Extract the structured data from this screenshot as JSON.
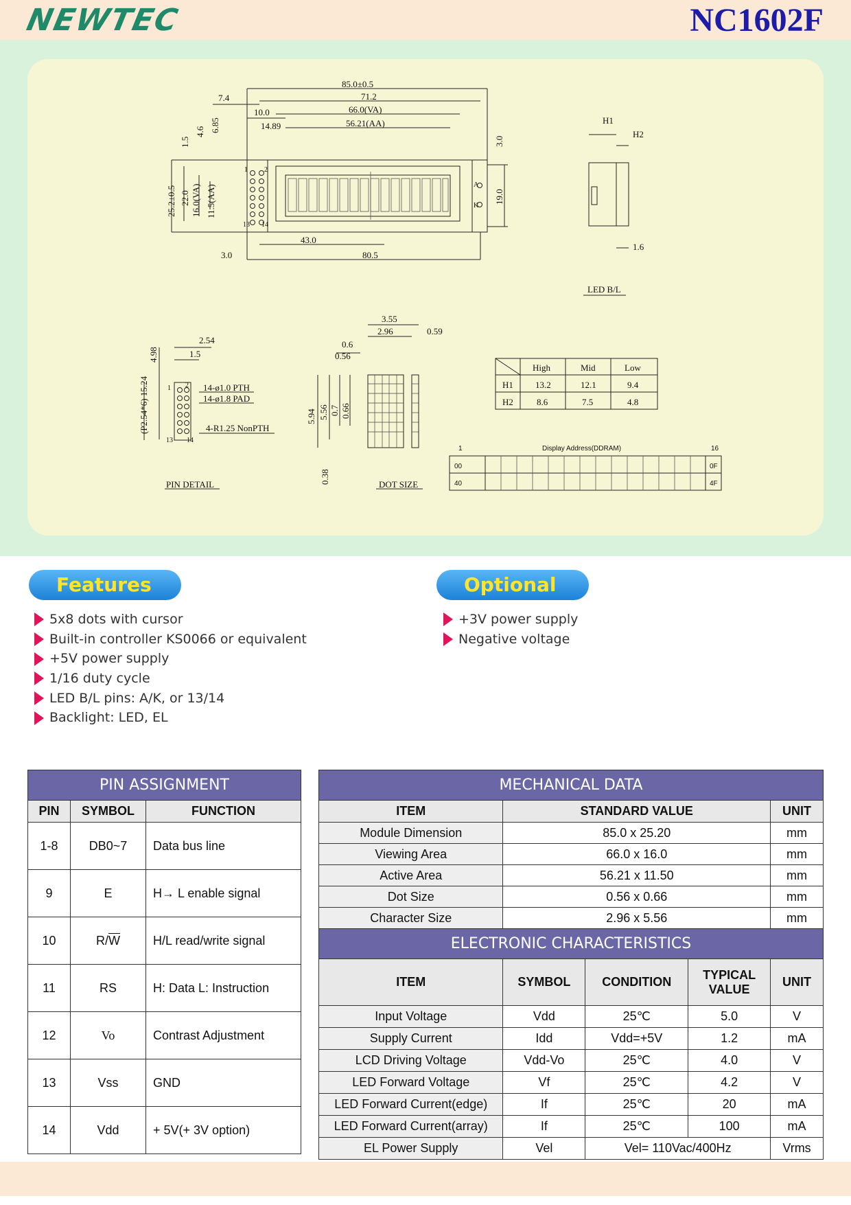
{
  "header": {
    "logo": "NEWTEC",
    "model": "NC1602F"
  },
  "drawing": {
    "top_dims": [
      "85.0±0.5",
      "71.2",
      "66.0(VA)",
      "56.21(AA)",
      "7.4",
      "10.0",
      "14.89"
    ],
    "left_dims": [
      "1.5",
      "4.6",
      "6.85",
      "25.2±0.5",
      "22.0",
      "16.0(VA)",
      "11.5(AA)"
    ],
    "right_dims": [
      "3.0",
      "19.0"
    ],
    "bottom_dims": [
      "43.0",
      "3.0",
      "80.5"
    ],
    "pin_labels": [
      "1",
      "2",
      "13",
      "14"
    ],
    "side_labels": [
      "A",
      "K"
    ],
    "side_view": {
      "h1": "H1",
      "h2": "H2",
      "dim": "1.6",
      "caption": "LED B/L"
    },
    "pin_detail": {
      "dims": [
        "2.54",
        "1.5",
        "4.98"
      ],
      "left_dim": "(P2.54*6) 15.24",
      "pins": [
        "1",
        "2",
        "13",
        "14"
      ],
      "notes": [
        "14-ø1.0 PTH",
        "14-ø1.8 PAD",
        "4-R1.25 NonPTH"
      ],
      "caption": "PIN DETAIL"
    },
    "dot_size": {
      "dims": [
        "3.55",
        "2.96",
        "0.59",
        "0.6",
        "0.56",
        "5.94",
        "5.56",
        "0.7",
        "0.66",
        "0.38"
      ],
      "caption": "DOT SIZE"
    },
    "led_table": {
      "headers": [
        "High",
        "Mid",
        "Low"
      ],
      "rows": [
        {
          "label": "H1",
          "values": [
            "13.2",
            "12.1",
            "9.4"
          ]
        },
        {
          "label": "H2",
          "values": [
            "8.6",
            "7.5",
            "4.8"
          ]
        }
      ]
    },
    "ddram": {
      "title": "Display Address(DDRAM)",
      "col_first": "1",
      "col_last": "16",
      "row1_first": "00",
      "row1_last": "0F",
      "row2_first": "40",
      "row2_last": "4F"
    }
  },
  "features": {
    "title": "Features",
    "items": [
      "5x8 dots with cursor",
      "Built-in controller KS0066 or equivalent",
      "+5V power supply",
      "1/16 duty cycle",
      "LED B/L pins: A/K, or 13/14",
      "Backlight: LED, EL"
    ]
  },
  "optional": {
    "title": "Optional",
    "items": [
      "+3V power supply",
      "Negative voltage"
    ]
  },
  "pin_assignment": {
    "title": "PIN ASSIGNMENT",
    "headers": [
      "PIN",
      "SYMBOL",
      "FUNCTION"
    ],
    "rows": [
      {
        "pin": "1-8",
        "symbol": "DB0~7",
        "function": "Data bus line"
      },
      {
        "pin": "9",
        "symbol": "E",
        "function": "H→ L enable signal"
      },
      {
        "pin": "10",
        "symbol_main": "R/",
        "symbol_bar": "W",
        "function": "H/L read/write signal"
      },
      {
        "pin": "11",
        "symbol": "RS",
        "function": "H: Data L: Instruction"
      },
      {
        "pin": "12",
        "symbol": "Vo",
        "function": "Contrast Adjustment"
      },
      {
        "pin": "13",
        "symbol": "Vss",
        "function": "GND"
      },
      {
        "pin": "14",
        "symbol": "Vdd",
        "function": "+ 5V(+ 3V option)"
      }
    ]
  },
  "mechanical": {
    "title": "MECHANICAL DATA",
    "headers": [
      "ITEM",
      "STANDARD VALUE",
      "UNIT"
    ],
    "rows": [
      {
        "item": "Module Dimension",
        "value": "85.0 x 25.20",
        "unit": "mm"
      },
      {
        "item": "Viewing Area",
        "value": "66.0 x 16.0",
        "unit": "mm"
      },
      {
        "item": "Active Area",
        "value": "56.21 x 11.50",
        "unit": "mm"
      },
      {
        "item": "Dot Size",
        "value": "0.56 x 0.66",
        "unit": "mm"
      },
      {
        "item": "Character Size",
        "value": "2.96 x 5.56",
        "unit": "mm"
      }
    ]
  },
  "electronic": {
    "title": "ELECTRONIC CHARACTERISTICS",
    "headers": [
      "ITEM",
      "SYMBOL",
      "CONDITION",
      "TYPICAL VALUE",
      "UNIT"
    ],
    "rows": [
      {
        "item": "Input Voltage",
        "symbol": "Vdd",
        "condition": "25℃",
        "value": "5.0",
        "unit": "V"
      },
      {
        "item": "Supply Current",
        "symbol": "Idd",
        "condition": "Vdd=+5V",
        "value": "1.2",
        "unit": "mA"
      },
      {
        "item": "LCD Driving Voltage",
        "symbol": "Vdd-Vo",
        "condition": "25℃",
        "value": "4.0",
        "unit": "V"
      },
      {
        "item": "LED Forward Voltage",
        "symbol": "Vf",
        "condition": "25℃",
        "value": "4.2",
        "unit": "V"
      },
      {
        "item": "LED Forward Current(edge)",
        "symbol": "If",
        "condition": "25℃",
        "value": "20",
        "unit": "mA"
      },
      {
        "item": "LED Forward Current(array)",
        "symbol": "If",
        "condition": "25℃",
        "value": "100",
        "unit": "mA"
      },
      {
        "item": "EL Power Supply",
        "symbol": "Vel",
        "condition": "Vel= 110Vac/400Hz",
        "unit": "Vrms"
      }
    ]
  }
}
